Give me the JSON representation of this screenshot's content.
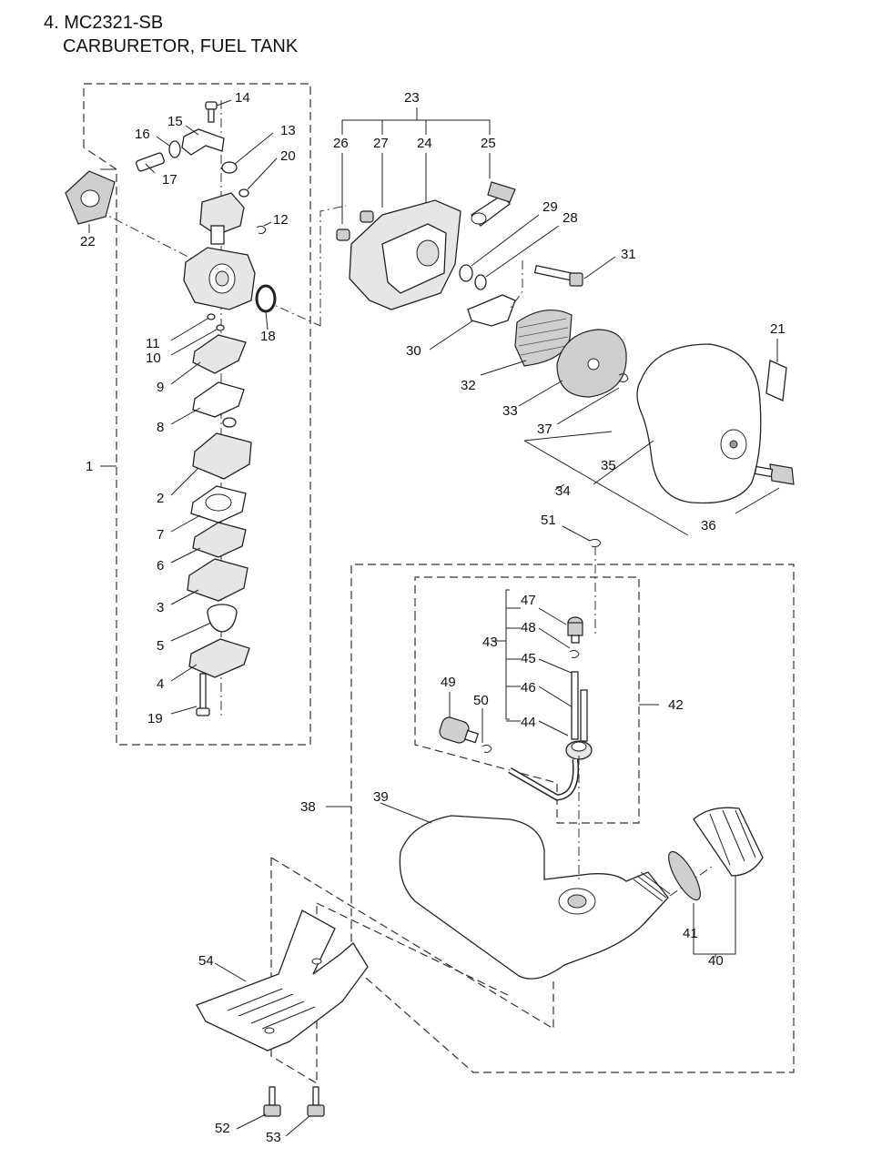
{
  "header": {
    "model_line": "4. MC2321-SB",
    "section_line": "CARBURETOR, FUEL TANK"
  },
  "callouts": {
    "c1": "1",
    "c2": "2",
    "c3": "3",
    "c4": "4",
    "c5": "5",
    "c6": "6",
    "c7": "7",
    "c8": "8",
    "c9": "9",
    "c10": "10",
    "c11": "11",
    "c12": "12",
    "c13": "13",
    "c14": "14",
    "c15": "15",
    "c16": "16",
    "c17": "17",
    "c18": "18",
    "c19": "19",
    "c20": "20",
    "c21": "21",
    "c22": "22",
    "c23": "23",
    "c24": "24",
    "c25": "25",
    "c26": "26",
    "c27": "27",
    "c28": "28",
    "c29": "29",
    "c30": "30",
    "c31": "31",
    "c32": "32",
    "c33": "33",
    "c34": "34",
    "c35": "35",
    "c36": "36",
    "c37": "37",
    "c38": "38",
    "c39": "39",
    "c40": "40",
    "c41": "41",
    "c42": "42",
    "c43": "43",
    "c44": "44",
    "c45": "45",
    "c46": "46",
    "c47": "47",
    "c48": "48",
    "c49": "49",
    "c50": "50",
    "c51": "51",
    "c52": "52",
    "c53": "53",
    "c54": "54"
  }
}
